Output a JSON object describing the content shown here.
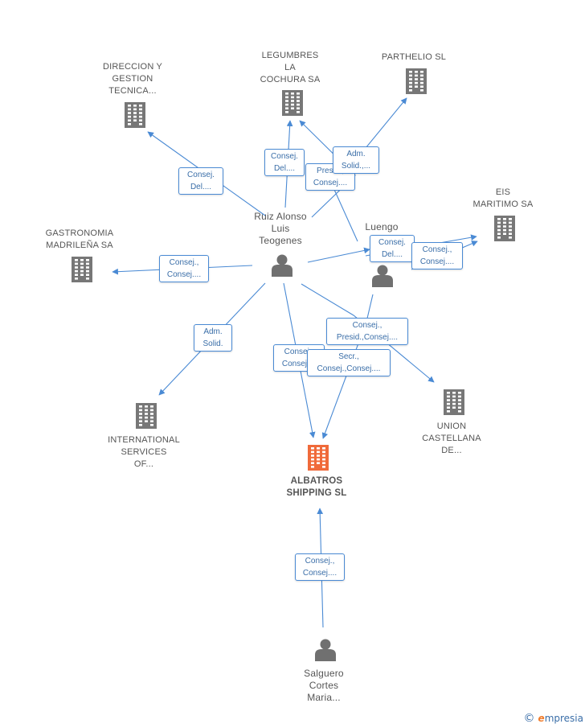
{
  "colors": {
    "edge": "#4a8ad4",
    "company": "#777777",
    "main_company": "#f06a3a",
    "person": "#707070"
  },
  "nodes": [
    {
      "id": "direccion",
      "kind": "company",
      "label": "DIRECCION Y\nGESTION\nTECNICA..."
    },
    {
      "id": "legumbres",
      "kind": "company",
      "label": "LEGUMBRES\nLA\nCOCHURA SA"
    },
    {
      "id": "parthelio",
      "kind": "company",
      "label": "PARTHELIO SL"
    },
    {
      "id": "eis",
      "kind": "company",
      "label": "EIS\nMARITIMO SA"
    },
    {
      "id": "gastronomia",
      "kind": "company",
      "label": "GASTRONOMIA\nMADRILEÑA SA"
    },
    {
      "id": "international",
      "kind": "company",
      "label": "INTERNATIONAL\nSERVICES\nOF..."
    },
    {
      "id": "union",
      "kind": "company",
      "label": "UNION\nCASTELLANA\nDE..."
    },
    {
      "id": "albatros",
      "kind": "main",
      "label": "ALBATROS\nSHIPPING SL"
    },
    {
      "id": "ruiz",
      "kind": "person",
      "label": "Ruiz Alonso\nLuis\nTeogenes"
    },
    {
      "id": "luengo",
      "kind": "person",
      "label": "Luengo\nM...\nJe..."
    },
    {
      "id": "salguero",
      "kind": "person",
      "label": "Salguero\nCortes\nMaria..."
    }
  ],
  "relations": [
    {
      "id": "r1",
      "label": "Consej.\nDel...."
    },
    {
      "id": "r2",
      "label": "Consej.\nDel...."
    },
    {
      "id": "r3",
      "label": "Presid.,\nConsej...."
    },
    {
      "id": "r4",
      "label": "Adm.\nSolid.,..."
    },
    {
      "id": "r5",
      "label": "Consej.\nDel...."
    },
    {
      "id": "r6",
      "label": "Consej.,\nConsej...."
    },
    {
      "id": "r7",
      "label": "Consej.,\nConsej...."
    },
    {
      "id": "r8",
      "label": "Adm.\nSolid."
    },
    {
      "id": "r9",
      "label": "Consej.,\nConsej...."
    },
    {
      "id": "r10",
      "label": "Consej.,\nPresid.,Consej...."
    },
    {
      "id": "r11",
      "label": "Secr.,\nConsej.,Consej...."
    },
    {
      "id": "r12",
      "label": "Consej.,\nConsej...."
    }
  ],
  "brand": {
    "copyright": "©",
    "initial": "e",
    "name": "mpresia"
  }
}
